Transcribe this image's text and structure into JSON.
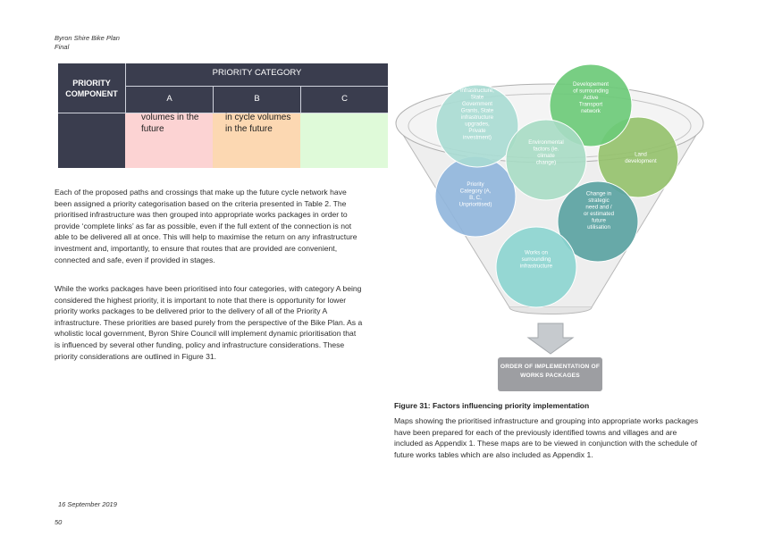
{
  "header": {
    "title": "Byron Shire Bike Plan",
    "subtitle": "Final"
  },
  "table": {
    "component_header": "PRIORITY COMPONENT",
    "category_header": "PRIORITY CATEGORY",
    "columns": [
      "A",
      "B",
      "C"
    ],
    "row": {
      "a": "volumes in the future",
      "b": "in cycle volumes in the future",
      "c": ""
    }
  },
  "body": {
    "paragraph1": "Each of the proposed paths and crossings that make up the future cycle network have been assigned a priority categorisation based on the criteria presented in Table 2. The prioritised infrastructure was then grouped into appropriate works packages in order to provide ‘complete links’ as far as possible, even if the full extent of the connection is not able to be delivered all at once. This will help to maximise the return on any infrastructure investment and, importantly, to ensure that routes that are provided are convenient, connected and safe, even if provided in stages.",
    "paragraph2": "While the works packages have been prioritised into four categories, with category A being considered the highest priority, it is important to note that there is opportunity for lower priority works packages to be delivered prior to the delivery of all of the Priority A infrastructure. These priorities are based purely from the perspective of the Bike Plan. As a wholistic local government, Byron Shire Council will implement dynamic prioritisation that is influenced by several other funding, policy and infrastructure considerations. These priority considerations are outlined in Figure 31."
  },
  "figure": {
    "circles": {
      "funding": "Funding sources (Federal infrastructure, State Government Grants, State infrastructure upgrades, Private investment)",
      "active": "Developement of surrounding Active Transport network",
      "environmental": "Environmental factors (ie. climate change)",
      "land": "Land development",
      "priority": "Priority Category (A, B, C, Unprioritised)",
      "change": "Change in strategic need and / or estimated future utilisation",
      "works": "Works on surrounding infrastructure"
    },
    "output": "Order of implementation of works packages",
    "caption": "Figure 31: Factors influencing priority implementation",
    "paragraph": "Maps showing the prioritised infrastructure and grouping into appropriate works packages have been prepared for each of the previously identified towns and villages and are included as Appendix 1. These maps are to be viewed in conjunction with the schedule of future works tables which are also included as Appendix 1."
  },
  "footer": {
    "date": "16 September 2019",
    "page": "50"
  },
  "colors": {
    "table_dark": "#3a3d4e",
    "cell_a": "#fcd3d3",
    "cell_b": "#fcd8b2",
    "cell_c": "#dffad9",
    "funding": "#a9dcd3",
    "active": "#6dca78",
    "environmental": "#a7dcc4",
    "land": "#93c16a",
    "priority": "#8fb5dc",
    "change": "#5ba3a2",
    "works": "#8bd4cf",
    "output_box": "#9d9ea2"
  }
}
